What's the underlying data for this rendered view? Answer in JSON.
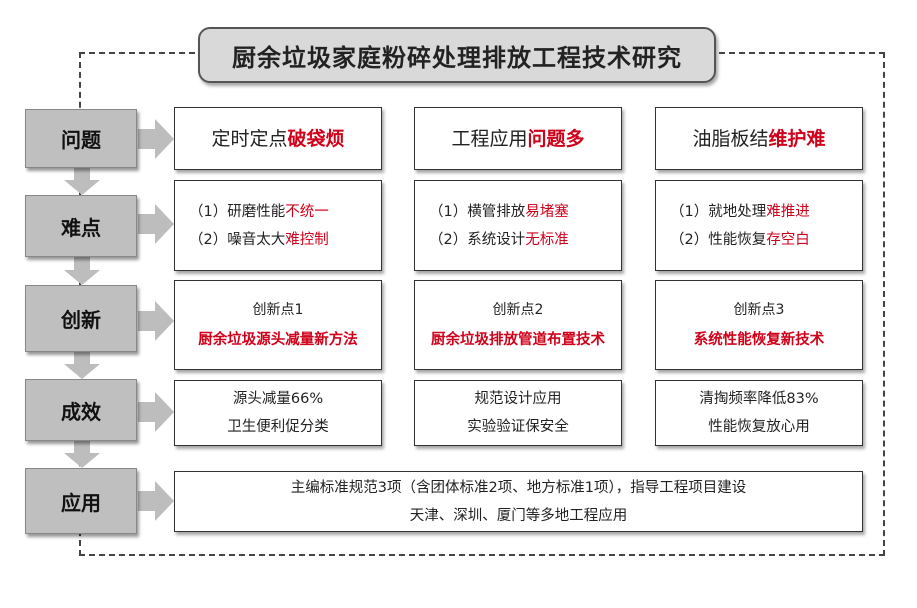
{
  "title": "厨余垃圾家庭粉碎处理排放工程技术研究",
  "rows": [
    {
      "label": "问题",
      "cells": [
        {
          "plain": "定时定点",
          "red": "破袋烦"
        },
        {
          "plain": "工程应用",
          "red": "问题多"
        },
        {
          "plain": "油脂板结",
          "red": "维护难"
        }
      ]
    },
    {
      "label": "难点",
      "cells": [
        {
          "l1_plain": "（1）研磨性能",
          "l1_red": "不统一",
          "l2_plain": "（2）噪音太大",
          "l2_red": "难控制"
        },
        {
          "l1_plain": "（1）横管排放",
          "l1_red": "易堵塞",
          "l2_plain": "（2）系统设计",
          "l2_red": "无标准"
        },
        {
          "l1_plain": "（1）就地处理",
          "l1_red": "难推进",
          "l2_plain": "（2）性能恢复",
          "l2_red": "存空白"
        }
      ]
    },
    {
      "label": "创新",
      "cells": [
        {
          "sub": "创新点1",
          "main": "厨余垃圾源头减量新方法"
        },
        {
          "sub": "创新点2",
          "main": "厨余垃圾排放管道布置技术"
        },
        {
          "sub": "创新点3",
          "main": "系统性能恢复新技术"
        }
      ]
    },
    {
      "label": "成效",
      "cells": [
        {
          "l1": "源头减量66%",
          "l2": "卫生便利促分类"
        },
        {
          "l1": "规范设计应用",
          "l2": "实验验证保安全"
        },
        {
          "l1": "清掏频率降低83%",
          "l2": "性能恢复放心用"
        }
      ]
    },
    {
      "label": "应用",
      "wide": {
        "l1": "主编标准规范3项（含团体标准2项、地方标准1项），指导工程项目建设",
        "l2": "天津、深圳、厦门等多地工程应用"
      }
    }
  ],
  "colors": {
    "accent_red": "#d0021b",
    "label_gray": "#bfbfbf",
    "arrow_gray": "#bdbdbd"
  }
}
